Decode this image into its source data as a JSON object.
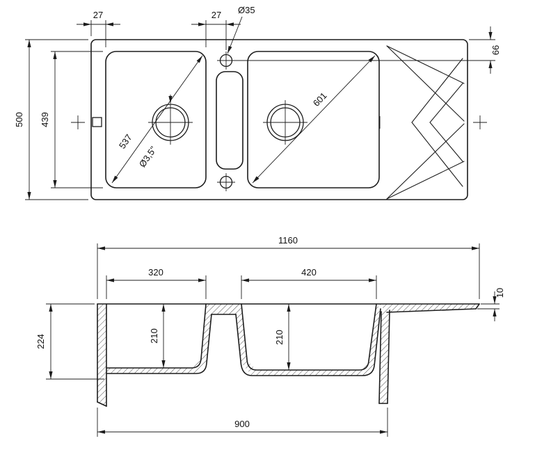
{
  "drawing": {
    "kind": "technical-dimension-drawing",
    "subject": "double-bowl kitchen sink with drainer, top view and cross-section",
    "colors": {
      "line": "#1c1c1c",
      "background": "#ffffff"
    },
    "top_view": {
      "dims": {
        "lip_left": "27",
        "divider_offset": "27",
        "tap_hole_diameter": "Ø35",
        "hole_from_edge": "66",
        "overall_depth": "500",
        "bowl_inner_depth": "439",
        "left_bowl_diagonal": "537",
        "drain_diameter": "Ø3,5\"",
        "right_bowl_diagonal": "601"
      }
    },
    "section_view": {
      "dims": {
        "overall_width": "1160",
        "left_bowl_width": "320",
        "right_bowl_width": "420",
        "drainer_thickness": "10",
        "overall_height": "224",
        "left_bowl_depth": "210",
        "right_bowl_depth": "210",
        "base_width": "900"
      }
    }
  }
}
